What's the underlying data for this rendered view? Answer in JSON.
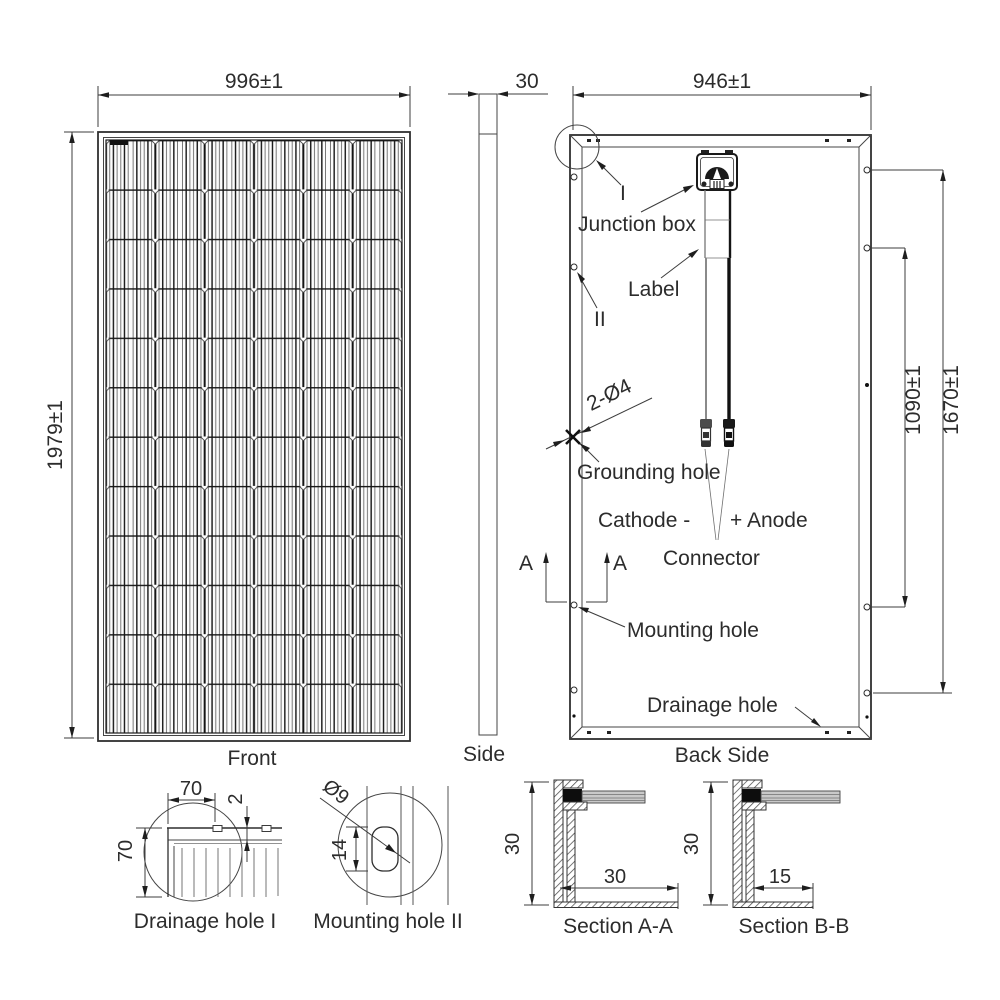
{
  "drawing": {
    "front": {
      "caption": "Front",
      "dim_width": "996±1",
      "dim_height": "1979±1"
    },
    "side": {
      "caption": "Side",
      "dim_thickness": "30"
    },
    "back": {
      "caption": "Back Side",
      "dim_width": "946±1",
      "dim_mount_inner": "1090±1",
      "dim_mount_outer": "1670±1",
      "callout_top": "I",
      "callout_left": "II",
      "junction_box": "Junction box",
      "label": "Label",
      "grounding_spec": "2-Ø4",
      "grounding_hole": "Grounding hole",
      "cathode": "Cathode -",
      "anode": "+ Anode",
      "connector": "Connector",
      "mounting_hole": "Mounting hole",
      "drainage_hole": "Drainage hole",
      "section_marker": "A"
    },
    "details": {
      "drainage": {
        "caption": "Drainage hole I",
        "dim_width": "70",
        "dim_height": "70",
        "dim_lip": "2"
      },
      "mounting": {
        "caption": "Mounting hole II",
        "dim_diameter": "Ø9",
        "dim_slot_length": "14"
      },
      "section_aa": {
        "caption": "Section A-A",
        "dim_height": "30",
        "dim_flange": "30"
      },
      "section_bb": {
        "caption": "Section B-B",
        "dim_height": "30",
        "dim_flange": "15"
      }
    },
    "colors": {
      "line": "#454545",
      "text": "#2c2c2c",
      "dark": "#141414"
    }
  }
}
